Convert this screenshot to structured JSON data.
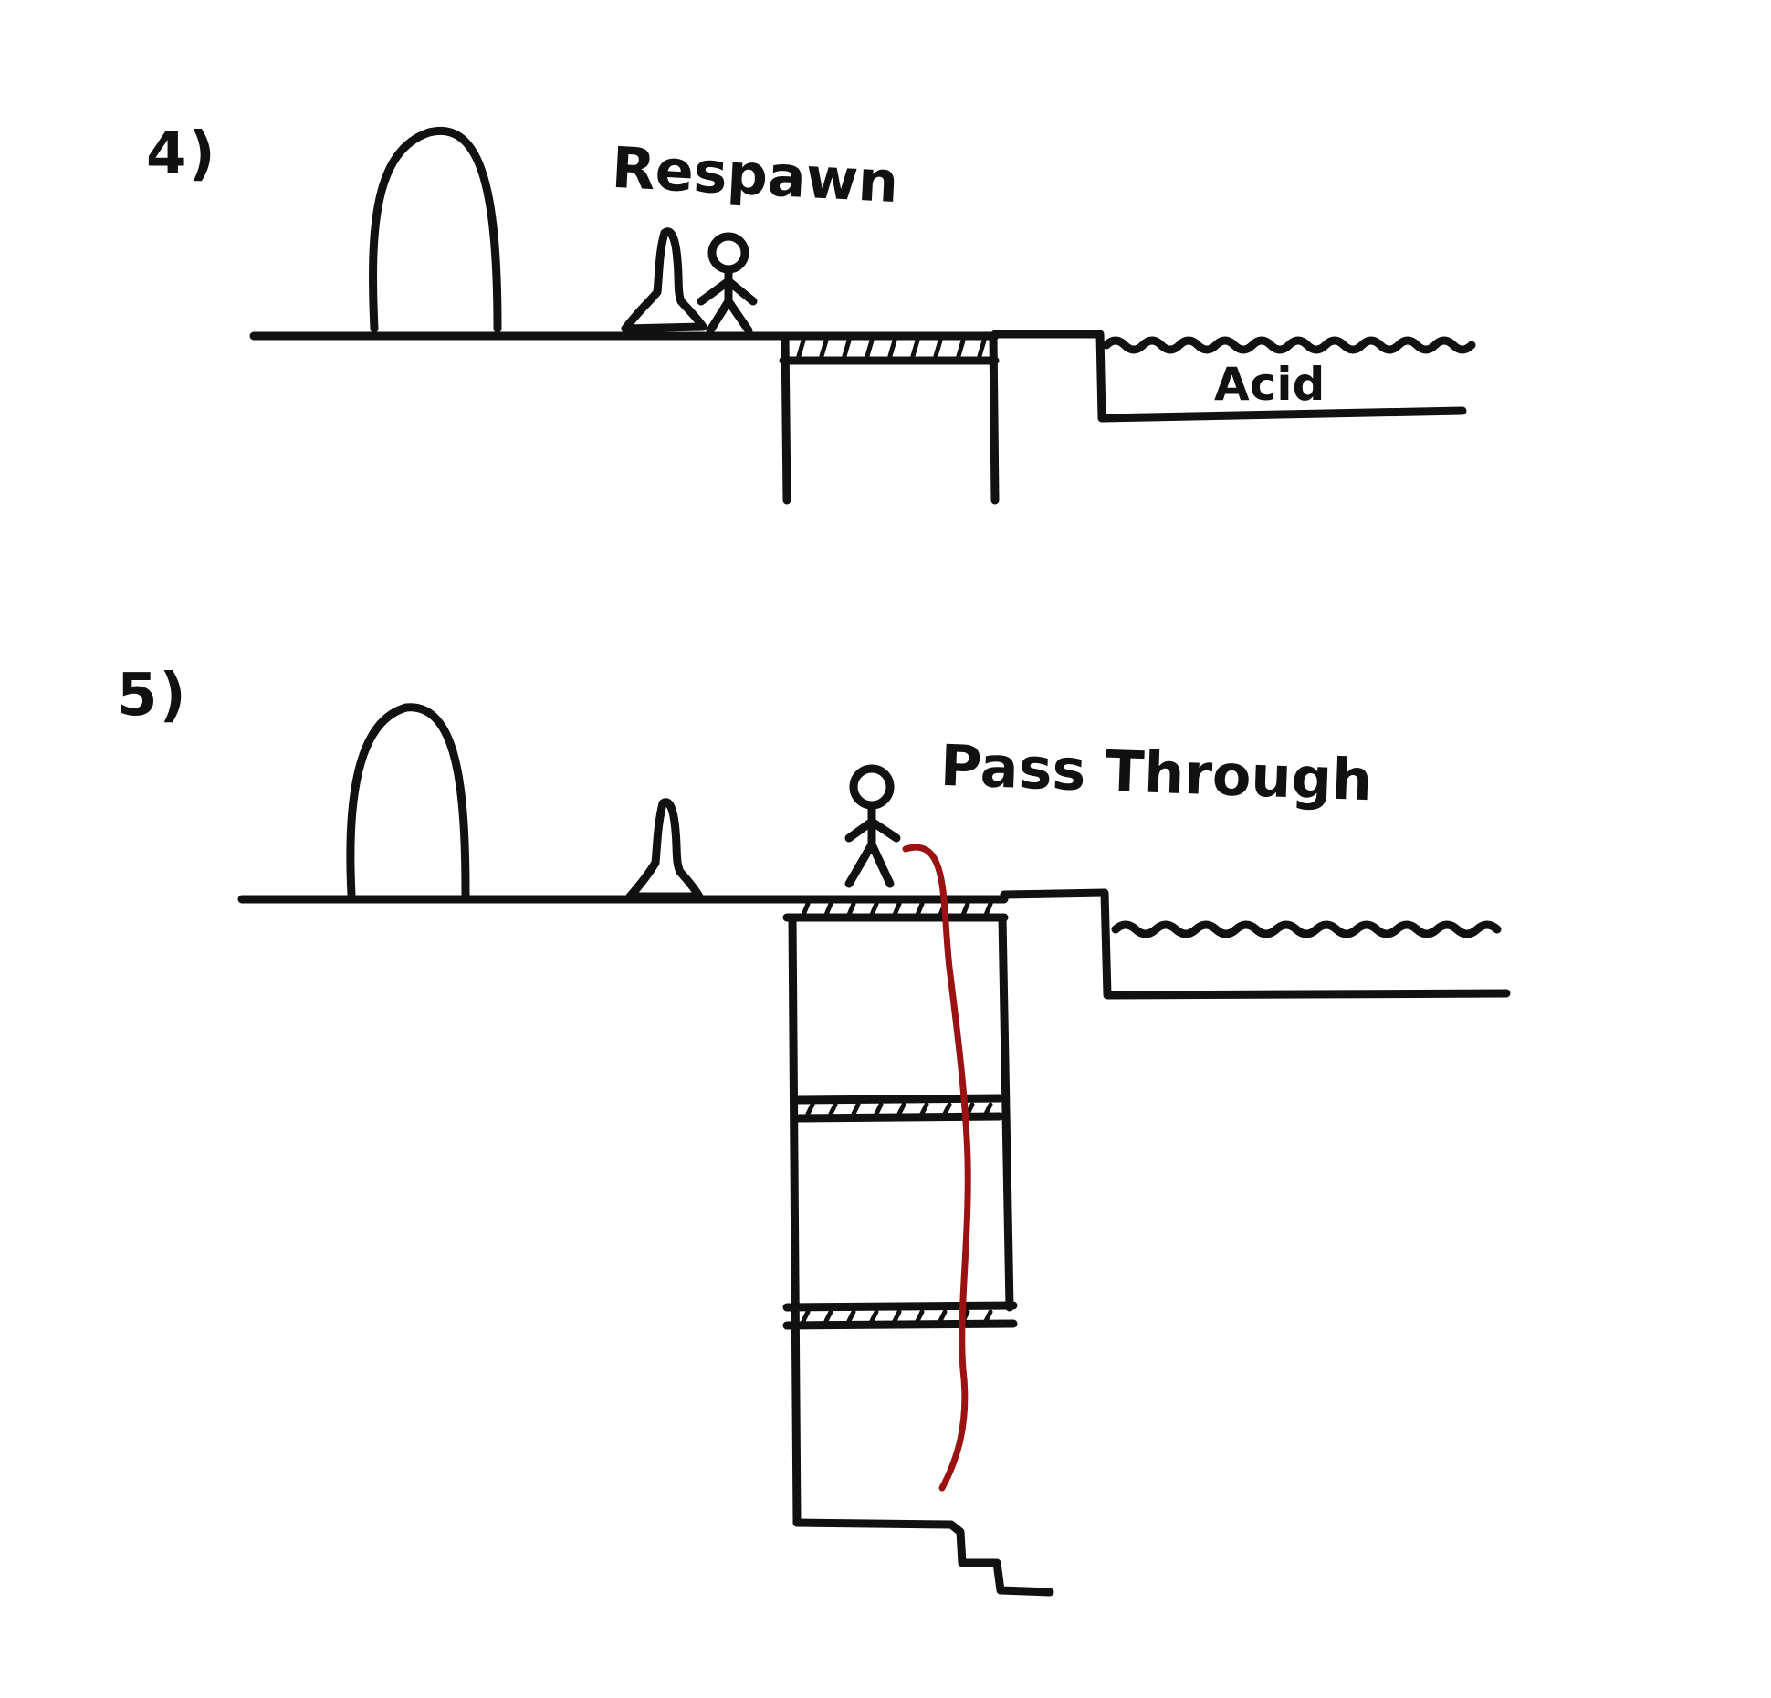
{
  "panels": [
    {
      "step_label": "4)",
      "annotations": {
        "respawn": "Respawn",
        "acid": "Acid"
      }
    },
    {
      "step_label": "5)",
      "annotations": {
        "pass_through": "Pass Through"
      }
    }
  ],
  "colors": {
    "ink": "#111111",
    "highlight_path": "#9b1212",
    "background": "#ffffff"
  }
}
